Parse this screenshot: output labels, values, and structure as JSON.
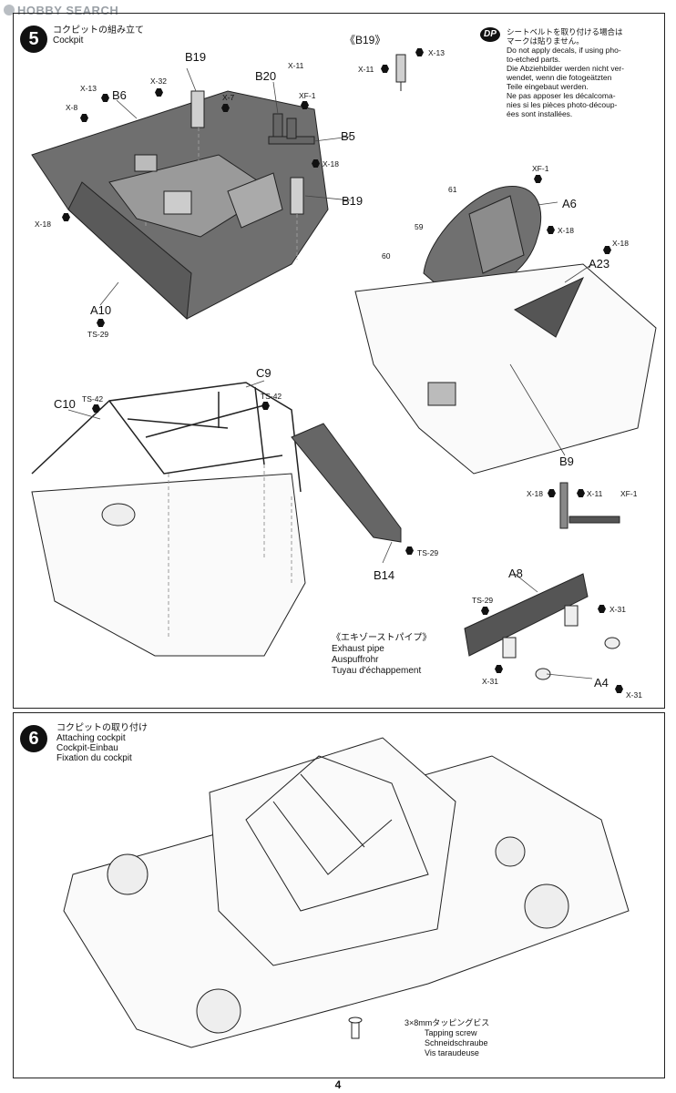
{
  "watermark": "HOBBY SEARCH",
  "step5": {
    "number": "5",
    "title_lines": [
      "コクピットの組み立て",
      "Cockpit"
    ],
    "parts": {
      "b19a": "B19",
      "b6": "B6",
      "b20": "B20",
      "b5": "B5",
      "b19b": "B19",
      "a10": "A10",
      "c9": "C9",
      "c10": "C10",
      "b14": "B14",
      "a6": "A6",
      "a23": "A23",
      "b9": "B9",
      "a8": "A8",
      "a4": "A4"
    },
    "paints": {
      "x13a": "X-13",
      "x8": "X-8",
      "x32": "X-32",
      "x7": "X-7",
      "x11a": "X-11",
      "xf1a": "XF-1",
      "x18a": "X-18",
      "x18b": "X-18",
      "ts29a": "TS-29",
      "ts42a": "TS-42",
      "ts42b": "TS-42",
      "ts29b": "TS-29",
      "x13b": "X-13",
      "x11b": "X-11",
      "xf1b": "XF-1",
      "x18c": "X-18",
      "x18d": "X-18",
      "x18e": "X-18",
      "x11c": "X-11",
      "xf1c": "XF-1",
      "ts29c": "TS-29",
      "x31a": "X-31",
      "x31b": "X-31",
      "x31c": "X-31"
    },
    "decals": {
      "d61": "61",
      "d59": "59",
      "d60": "60"
    },
    "b19_callout": "《B19》",
    "dp_badge": "DP",
    "dp_note_lines": [
      "シートベルトを取り付ける場合は",
      "マークは貼りません。",
      "Do not apply decals, if using pho-",
      "to-etched parts.",
      "Die Abziehbilder werden nicht ver-",
      "wendet, wenn die fotogeätzten",
      "Teile eingebaut werden.",
      "Ne pas apposer les décalcoma-",
      "nies si les pièces photo-découp-",
      "ées sont installées."
    ],
    "exhaust_lines": [
      "《エキゾーストパイプ》",
      "Exhaust pipe",
      "Auspuffrohr",
      "Tuyau d'échappement"
    ]
  },
  "step6": {
    "number": "6",
    "title_lines": [
      "コクピットの取り付け",
      "Attaching cockpit",
      "Cockpit-Einbau",
      "Fixation du cockpit"
    ],
    "screw_lines": [
      "3×8mmタッピングビス",
      "Tapping screw",
      "Schneidschraube",
      "Vis taraudeuse"
    ]
  },
  "page_number": "4"
}
